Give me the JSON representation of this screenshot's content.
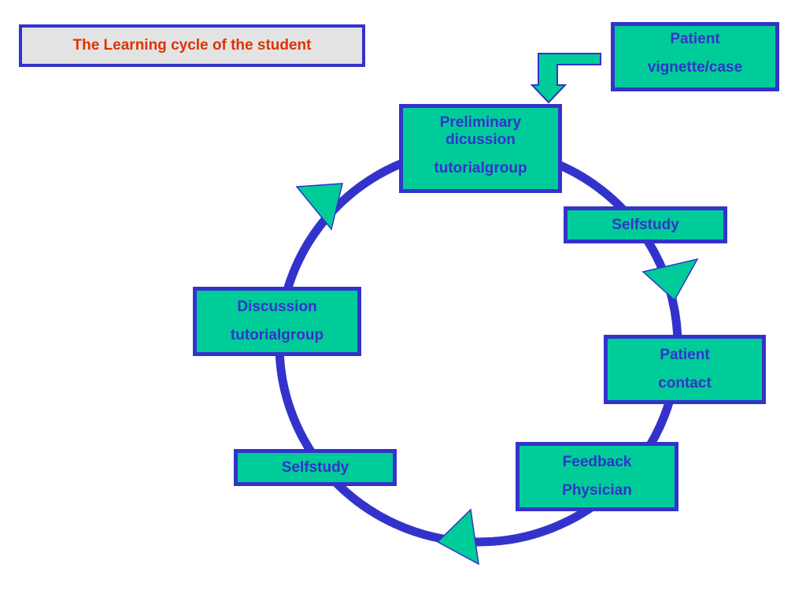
{
  "title": "The Learning cycle of the student",
  "colors": {
    "ring": "#3333cc",
    "box_fill": "#00cc99",
    "text": "#3333cc",
    "title_text": "#dd3300",
    "title_bg": "#e3e3e3"
  },
  "nodes": {
    "patient_case": {
      "line1": "Patient",
      "line2": "vignette/case"
    },
    "preliminary": {
      "line1": "Preliminary",
      "line2": "dicussion",
      "line3": "tutorialgroup"
    },
    "selfstudy_right": {
      "line1": "Selfstudy"
    },
    "patient_contact": {
      "line1": "Patient",
      "line2": "contact"
    },
    "feedback": {
      "line1": "Feedback",
      "line2": "Physician"
    },
    "selfstudy_left": {
      "line1": "Selfstudy"
    },
    "discussion": {
      "line1": "Discussion",
      "line2": "tutorialgroup"
    }
  }
}
